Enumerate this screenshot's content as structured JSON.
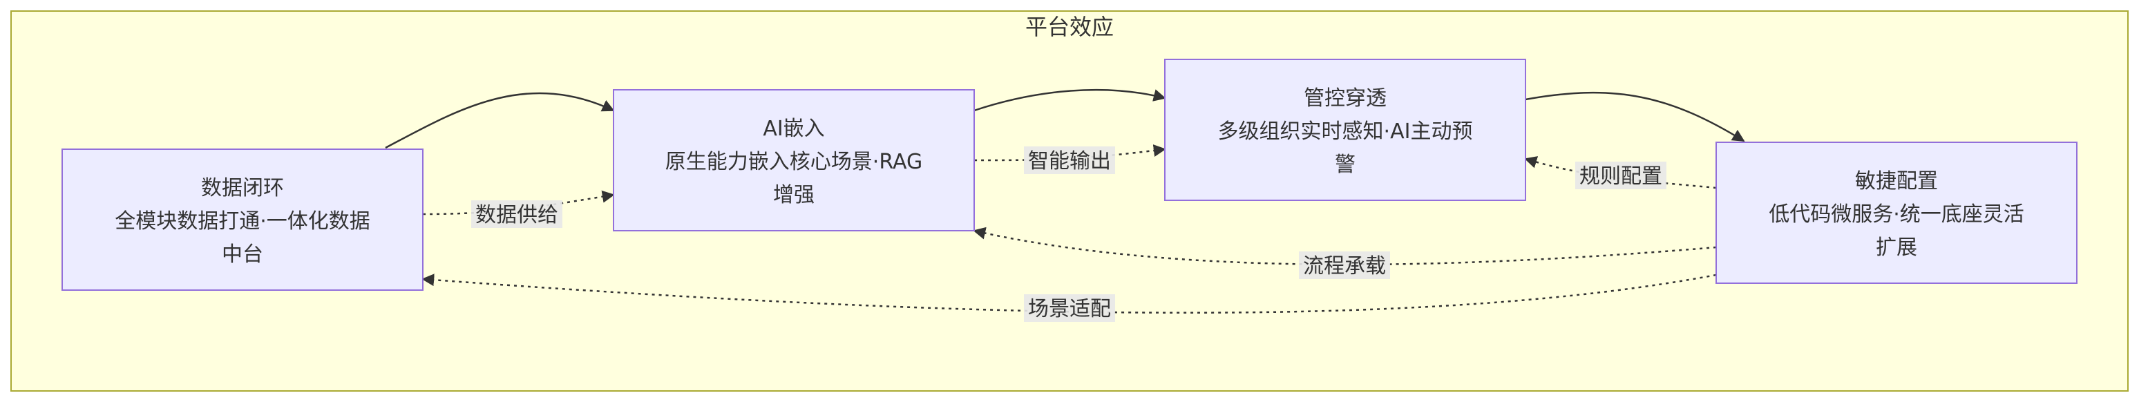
{
  "cluster": {
    "title": "平台效应"
  },
  "nodes": {
    "data_loop": {
      "title": "数据闭环",
      "line1": "全模块数据打通·一体化数据",
      "line2": "中台"
    },
    "ai_embed": {
      "title": "AI嵌入",
      "line1": "原生能力嵌入核心场景·RAG",
      "line2": "增强"
    },
    "control": {
      "title": "管控穿透",
      "line1": "多级组织实时感知·AI主动预",
      "line2": "警"
    },
    "agile": {
      "title": "敏捷配置",
      "line1": "低代码微服务·统一底座灵活",
      "line2": "扩展"
    }
  },
  "edges": {
    "data_supply": "数据供给",
    "smart_output": "智能输出",
    "rule_config": "规则配置",
    "process_carry": "流程承载",
    "scene_adapt": "场景适配"
  },
  "colors": {
    "cluster_fill": "#ffffde",
    "cluster_stroke": "#aaaa33",
    "node_fill": "#ececff",
    "node_stroke": "#9370db",
    "edge": "#333333"
  }
}
